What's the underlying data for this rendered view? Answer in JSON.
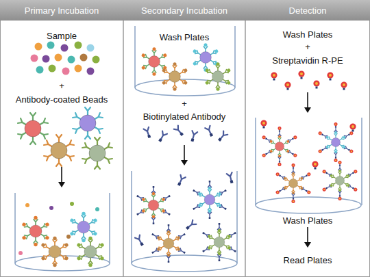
{
  "diagram": {
    "nodes": [
      {
        "text": [
          "Primary Incubation"
        ]
      },
      {
        "text": [
          "Secondary Incubation"
        ]
      },
      {
        "text": [
          "Detection"
        ]
      }
    ],
    "labels": [
      "Sample",
      "+",
      "Antibody-coated Beads",
      "Wash Plates",
      "+",
      "Biotinylated Antibody",
      "Wash Plates",
      "+",
      "Streptavidin R-PE",
      "Wash Plates",
      "Read Plates"
    ]
  }
}
